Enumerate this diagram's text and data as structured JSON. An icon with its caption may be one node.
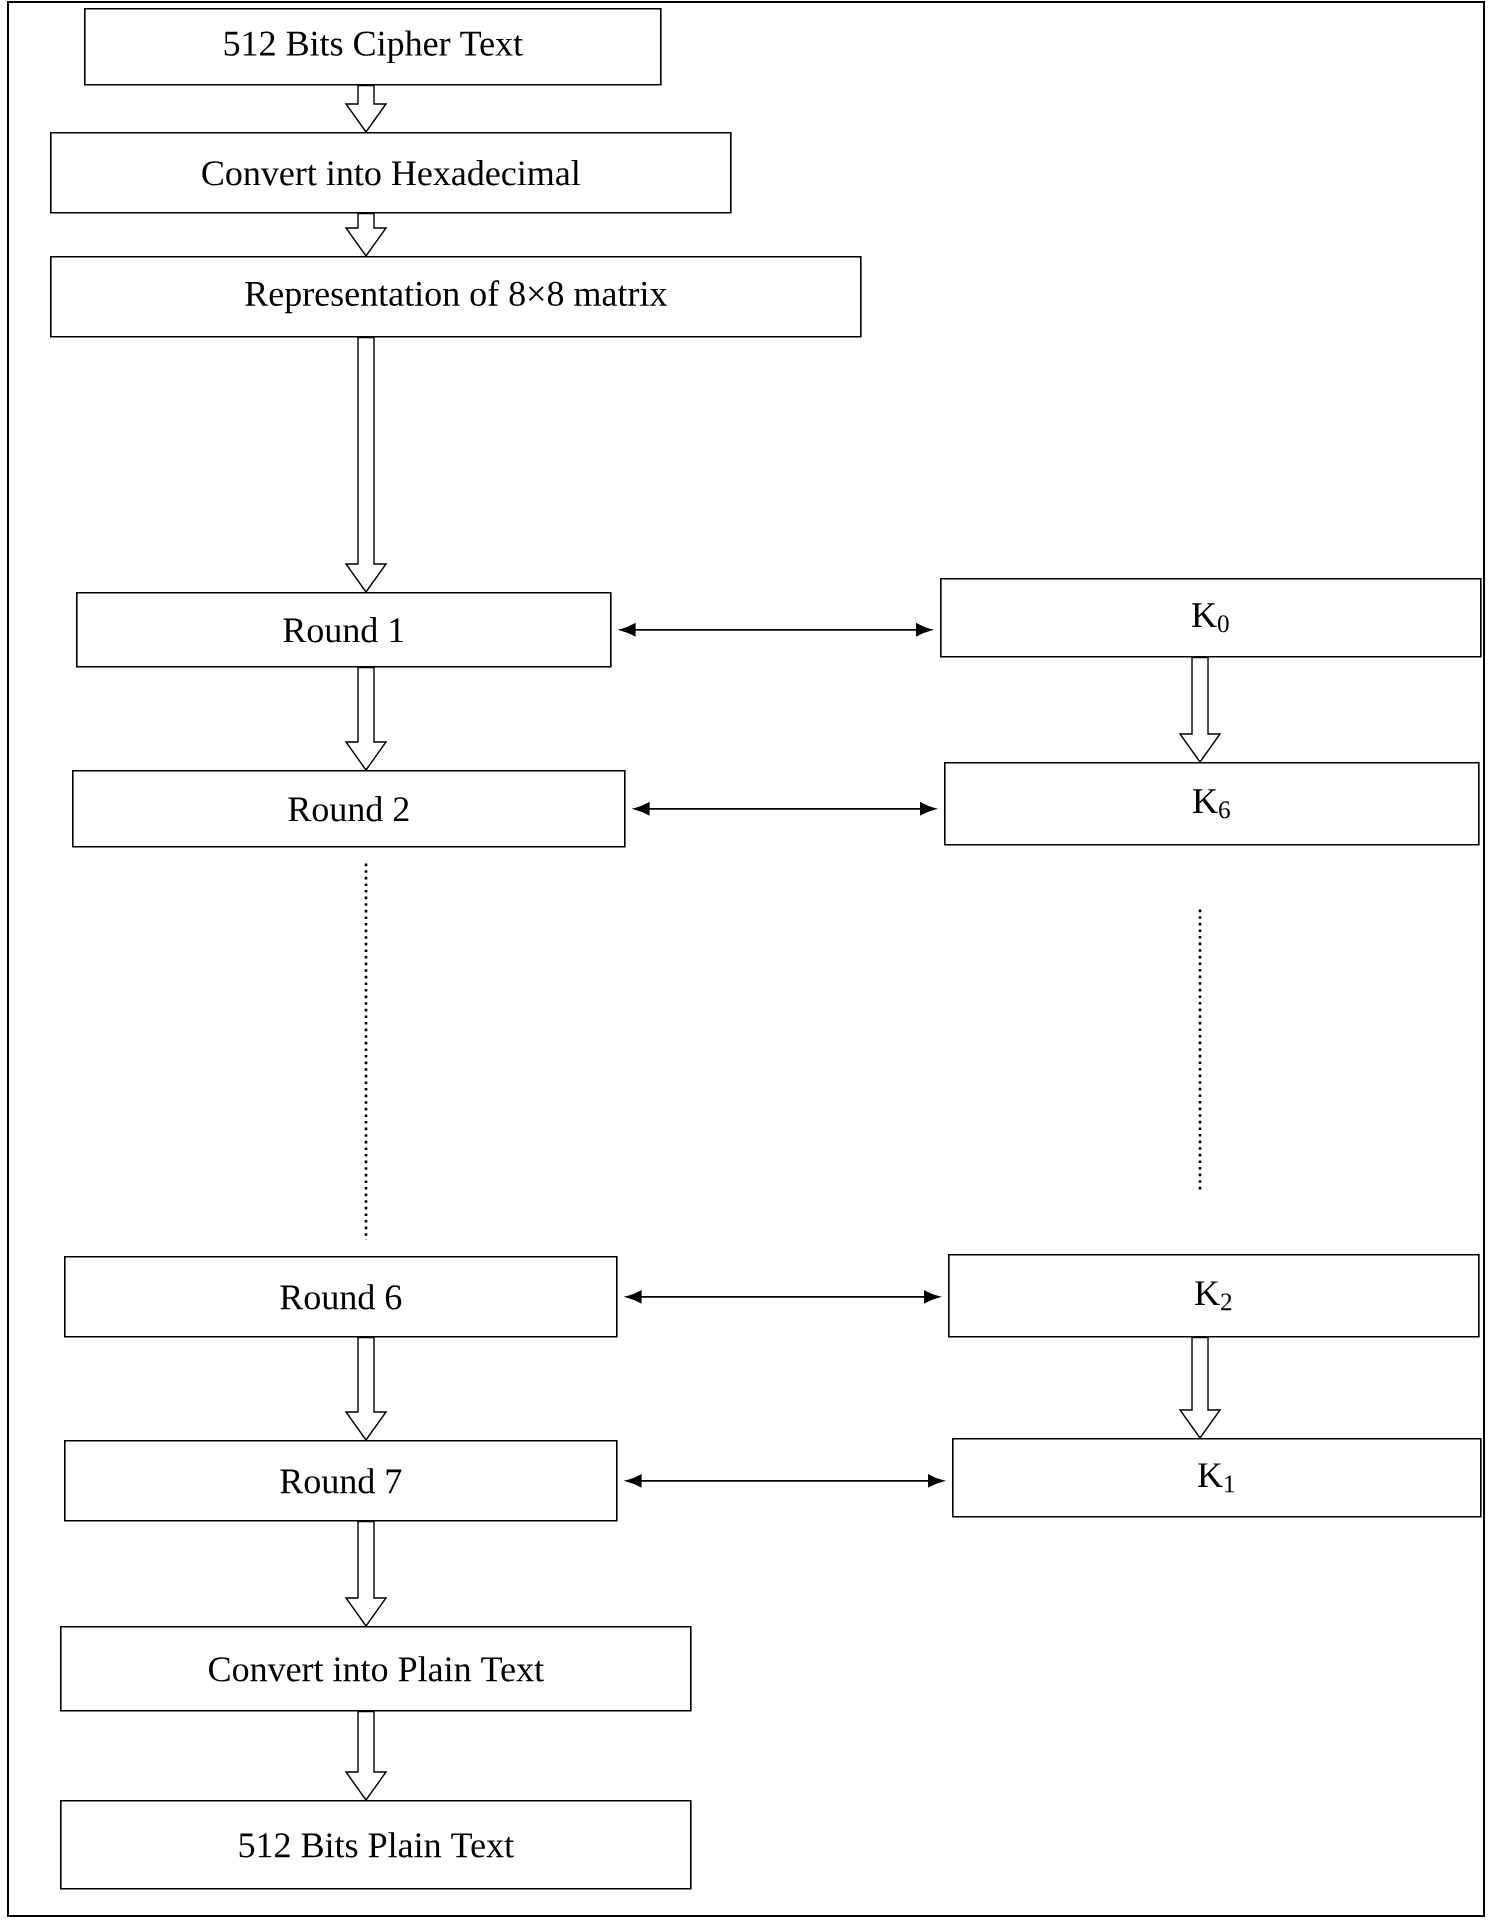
{
  "diagram": {
    "nodes": [
      {
        "text": [
          "512 Bits Cipher Text"
        ]
      },
      {
        "text": [
          "Convert into Hexadecimal"
        ]
      },
      {
        "text": [
          "Representation of 8×8 matrix"
        ]
      },
      {
        "text": [
          "Round 1"
        ]
      },
      {
        "text": [
          "K$_{0}$"
        ]
      },
      {
        "text": [
          "Round 2"
        ]
      },
      {
        "text": [
          "K$_{6}$"
        ]
      },
      {
        "text": [
          "Round 6"
        ]
      },
      {
        "text": [
          "K$_{2}$"
        ]
      },
      {
        "text": [
          "Round 7"
        ]
      },
      {
        "text": [
          "K$_{1}$"
        ]
      },
      {
        "text": [
          "Convert into Plain Text"
        ]
      },
      {
        "text": [
          "512 Bits Plain Text"
        ]
      }
    ],
    "edges": [
      {
        "from": 0,
        "to": 1,
        "arrow": "to"
      },
      {
        "from": 1,
        "to": 2,
        "arrow": "to"
      },
      {
        "from": 2,
        "to": 3,
        "arrow": "to"
      },
      {
        "from": 3,
        "to": 4,
        "arrow": "both"
      },
      {
        "from": 3,
        "to": 5,
        "arrow": "to"
      },
      {
        "from": 4,
        "to": 6,
        "arrow": "to"
      },
      {
        "from": 5,
        "to": 6,
        "arrow": "both"
      },
      {
        "from": 5,
        "to": 7,
        "arrow": "none",
        "style": "dashed"
      },
      {
        "from": 6,
        "to": 8,
        "arrow": "none",
        "style": "dashed"
      },
      {
        "from": 7,
        "to": 8,
        "arrow": "both"
      },
      {
        "from": 7,
        "to": 9,
        "arrow": "to"
      },
      {
        "from": 8,
        "to": 10,
        "arrow": "to"
      },
      {
        "from": 9,
        "to": 10,
        "arrow": "both"
      },
      {
        "from": 9,
        "to": 11,
        "arrow": "to"
      },
      {
        "from": 11,
        "to": 12,
        "arrow": "to"
      }
    ]
  }
}
